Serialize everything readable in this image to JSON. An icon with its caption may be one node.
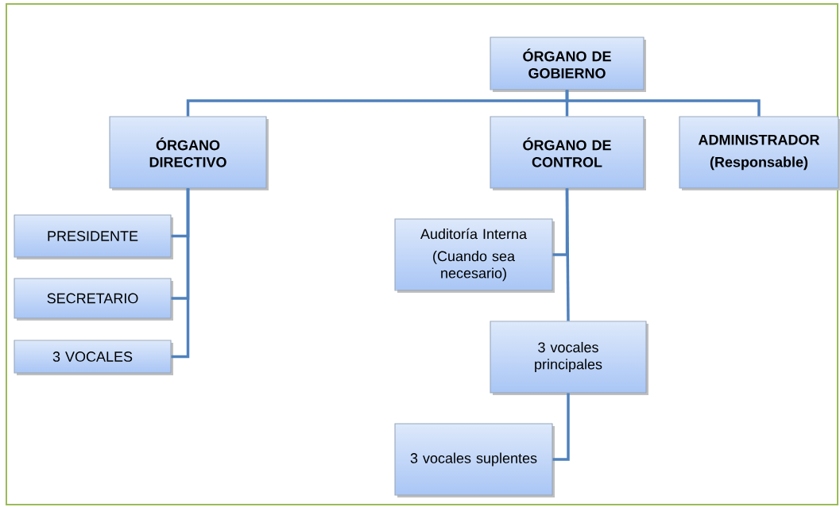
{
  "diagram": {
    "nodes": [
      {
        "text": [
          "ÓRGANO DE GOBIERNO"
        ]
      },
      {
        "text": [
          "ÓRGANO DIRECTIVO"
        ]
      },
      {
        "text": [
          "ÓRGANO DE CONTROL"
        ]
      },
      {
        "text": [
          "ADMINISTRADOR",
          "(Responsable)"
        ]
      },
      {
        "text": [
          "PRESIDENTE"
        ]
      },
      {
        "text": [
          "SECRETARIO"
        ]
      },
      {
        "text": [
          "3 VOCALES"
        ]
      },
      {
        "text": [
          "Auditoría Interna",
          "(Cuando sea necesario)"
        ]
      },
      {
        "text": [
          "3 vocales principales"
        ]
      },
      {
        "text": [
          "3 vocales suplentes"
        ]
      }
    ],
    "edges": [
      {
        "from": 0,
        "to": 1,
        "arrow": "none"
      },
      {
        "from": 0,
        "to": 2,
        "arrow": "none"
      },
      {
        "from": 0,
        "to": 3,
        "arrow": "none"
      },
      {
        "from": 1,
        "to": 4,
        "arrow": "none"
      },
      {
        "from": 1,
        "to": 5,
        "arrow": "none"
      },
      {
        "from": 1,
        "to": 6,
        "arrow": "none"
      },
      {
        "from": 2,
        "to": 7,
        "arrow": "none"
      },
      {
        "from": 2,
        "to": 8,
        "arrow": "none"
      },
      {
        "from": 8,
        "to": 9,
        "arrow": "none"
      }
    ]
  }
}
